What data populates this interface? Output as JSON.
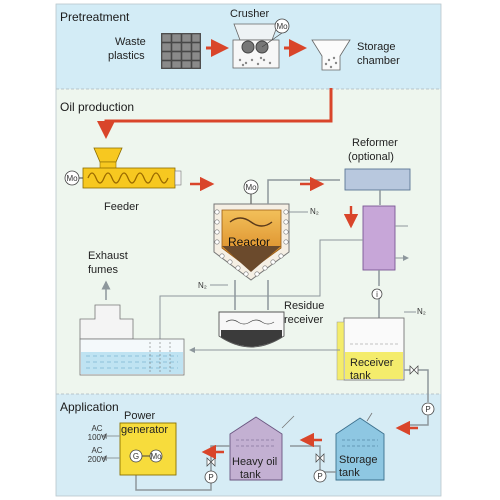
{
  "sections": {
    "pretreatment": "Pretreatment",
    "oil_production": "Oil production",
    "application": "Application"
  },
  "labels": {
    "crusher": "Crusher",
    "waste_plastics_1": "Waste",
    "waste_plastics_2": "plastics",
    "storage_chamber_1": "Storage",
    "storage_chamber_2": "chamber",
    "reformer_1": "Reformer",
    "reformer_2": "(optional)",
    "feeder": "Feeder",
    "reactor": "Reactor",
    "exhaust_fumes_1": "Exhaust",
    "exhaust_fumes_2": "fumes",
    "residue_receiver_1": "Residue",
    "residue_receiver_2": "receiver",
    "receiver_tank_1": "Receiver",
    "receiver_tank_2": "tank",
    "power_generator_1": "Power",
    "power_generator_2": "generator",
    "heavy_oil_tank_1": "Heavy oil",
    "heavy_oil_tank_2": "tank",
    "storage_tank_1": "Storage",
    "storage_tank_2": "tank",
    "ac_100v_1": "AC",
    "ac_100v_2": "100V",
    "ac_200v_1": "AC",
    "ac_200v_2": "200V",
    "n2_1": "N₂",
    "n2_2": "N₂",
    "n2_3": "N₂",
    "motor_crusher": "Mo",
    "motor_feeder": "Mo",
    "motor_reactor": "Mo",
    "motor_generator": "Mo",
    "generator_g": "G",
    "pump_1": "P",
    "pump_2": "P",
    "pump_3": "P",
    "instrument_i": "i"
  },
  "colors": {
    "pretreatment_bg": "#d3ecf6",
    "oil_bg": "#ecf5ec",
    "application_bg": "#d6ecf5",
    "flow_arrow": "#d9452a",
    "pipe": "#8d979c",
    "feeder_yellow": "#f7c820",
    "reactor_orange": "#e49a2a",
    "reactor_brown": "#6b4a2c",
    "reformer_blue": "#b8c8de",
    "condenser_purple": "#c7a6d8",
    "receiver_yellow": "#f4ec6c",
    "generator_yellow": "#f7dc3c",
    "heavy_tank_purple": "#c3b0d2",
    "storage_tank_blue": "#8ec7e2",
    "scrubber_blue": "#bfe3f2"
  }
}
